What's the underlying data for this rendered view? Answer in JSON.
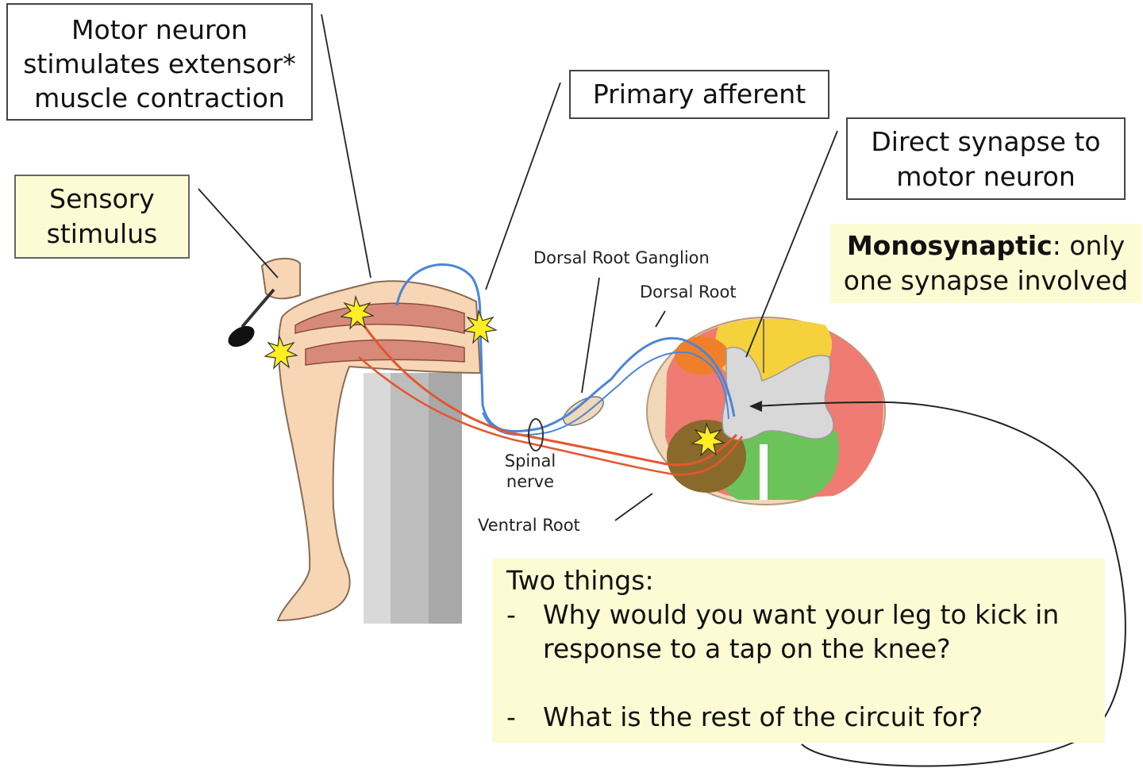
{
  "labels": {
    "motor_neuron": [
      "Motor neuron",
      "stimulates extensor*",
      "muscle contraction"
    ],
    "primary_afferent": "Primary afferent",
    "direct_synapse": [
      "Direct synapse to",
      "motor neuron"
    ],
    "sensory_stimulus": [
      "Sensory",
      "stimulus"
    ],
    "monosynaptic_bold": "Monosynaptic",
    "monosynaptic_rest": ": only",
    "monosynaptic_line2": "one synapse involved",
    "dorsal_root_ganglion": "Dorsal Root Ganglion",
    "dorsal_root": "Dorsal Root",
    "spinal_nerve": "Spinal nerve",
    "ventral_root": "Ventral Root"
  },
  "questions": {
    "heading": "Two things:",
    "dash": "-",
    "items": [
      "Why would you want your leg to kick in response to a tap on the knee?",
      "What is the rest of the circuit for?"
    ]
  },
  "colors": {
    "afferent_fiber": "#4a86d8",
    "efferent_fiber": "#e2572e",
    "dorsal_horn_yellow": "#f5d23c",
    "ventral_horn_green": "#6cc35a",
    "lateral_pink": "#ef7b72",
    "orange_nucleus": "#f07f2a",
    "brown_nucleus": "#8a6a2a",
    "grey_matter": "#d8d8d8",
    "skin": "#f7d6b5",
    "muscle": "#d88a7a",
    "synapse_star": "#ffee22",
    "label_box_fill": "#fdfbd3"
  }
}
